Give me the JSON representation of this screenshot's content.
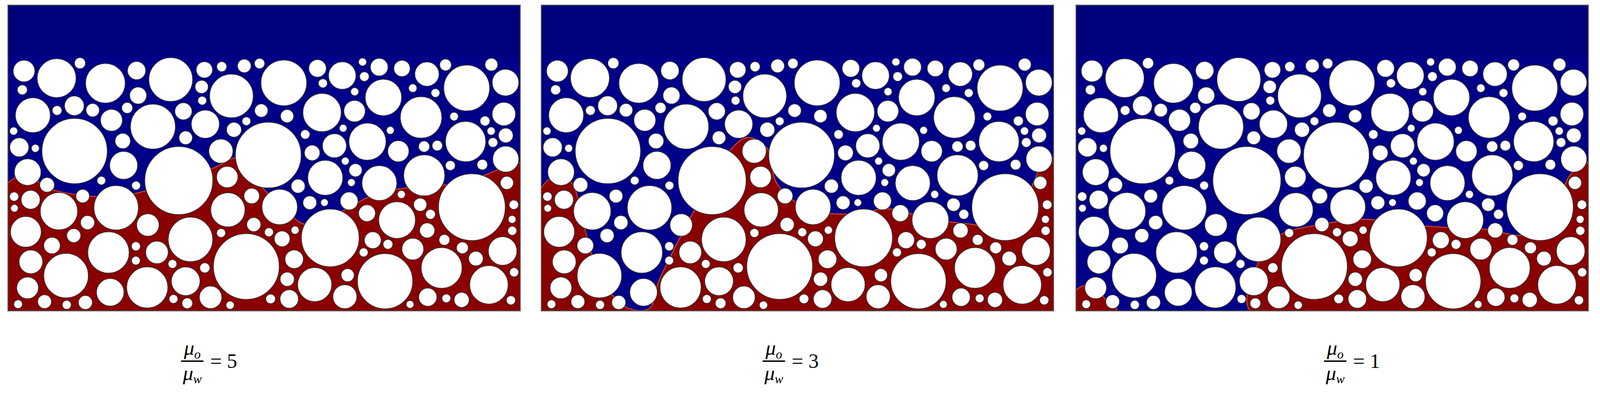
{
  "diagram": {
    "labels": [
      "μo",
      "μw",
      "= 5",
      "μo",
      "μw",
      "= 3",
      "μo",
      "μw",
      "= 1"
    ]
  }
}
